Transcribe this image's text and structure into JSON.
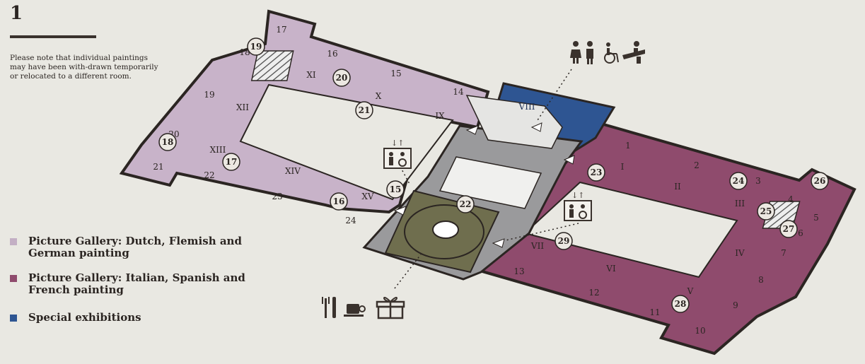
{
  "floor_number": "1",
  "note": "Please note that individual paintings may have been with-drawn temporarily or relocated to a different room.",
  "legend": [
    {
      "label": "Picture Gallery: Dutch, Flemish and German painting",
      "color": "#c3afc4"
    },
    {
      "label": "Picture Gallery: Italian, Spanish and French painting",
      "color": "#8f4b6d"
    },
    {
      "label": "Special exhibitions",
      "color": "#2e5592"
    }
  ],
  "colors": {
    "background": "#e9e8e2",
    "dutch_wing": "#c8b3c9",
    "italian_wing": "#8f4b6d",
    "special": "#2e5592",
    "core": "#9a9a9c",
    "atrium": "#6f6e4e",
    "outline": "#2b2522"
  },
  "north_wing_rooms": {
    "roman": [
      "XI",
      "X",
      "IX",
      "XII",
      "XIII",
      "XIV",
      "XV"
    ],
    "cabinets": [
      "17",
      "18",
      "16",
      "15",
      "14",
      "19",
      "20",
      "21",
      "22",
      "23",
      "24"
    ]
  },
  "south_wing_rooms": {
    "roman": [
      "VIII",
      "I",
      "II",
      "III",
      "IV",
      "V",
      "VI",
      "VII"
    ],
    "cabinets": [
      "1",
      "2",
      "3",
      "4",
      "5",
      "6",
      "7",
      "8",
      "9",
      "10",
      "11",
      "12",
      "13"
    ]
  },
  "markers": [
    "19",
    "20",
    "21",
    "18",
    "17",
    "16",
    "15",
    "22",
    "23",
    "24",
    "25",
    "26",
    "27",
    "28",
    "29"
  ],
  "icons": {
    "top": [
      "restroom-women-icon",
      "restroom-men-icon",
      "wheelchair-icon",
      "baby-changing-icon"
    ],
    "bottom": [
      "restaurant-icon",
      "cafe-icon",
      "shop-icon"
    ],
    "elevators": [
      "elevator-icon",
      "elevator-icon"
    ]
  }
}
